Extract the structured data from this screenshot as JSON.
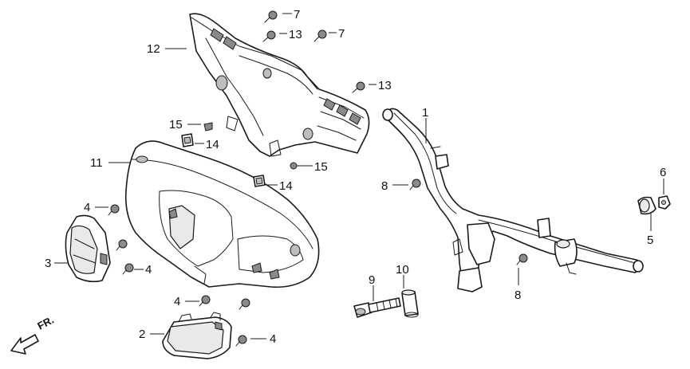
{
  "diagram": {
    "callouts": {
      "c1": "1",
      "c2": "2",
      "c3": "3",
      "c4a": "4",
      "c4b": "4",
      "c4c": "4",
      "c4d": "4",
      "c5": "5",
      "c6": "6",
      "c7a": "7",
      "c7b": "7",
      "c8a": "8",
      "c8b": "8",
      "c9": "9",
      "c10": "10",
      "c11": "11",
      "c12": "12",
      "c13a": "13",
      "c13b": "13",
      "c14a": "14",
      "c14b": "14",
      "c15a": "15",
      "c15b": "15"
    },
    "direction": "FR."
  }
}
